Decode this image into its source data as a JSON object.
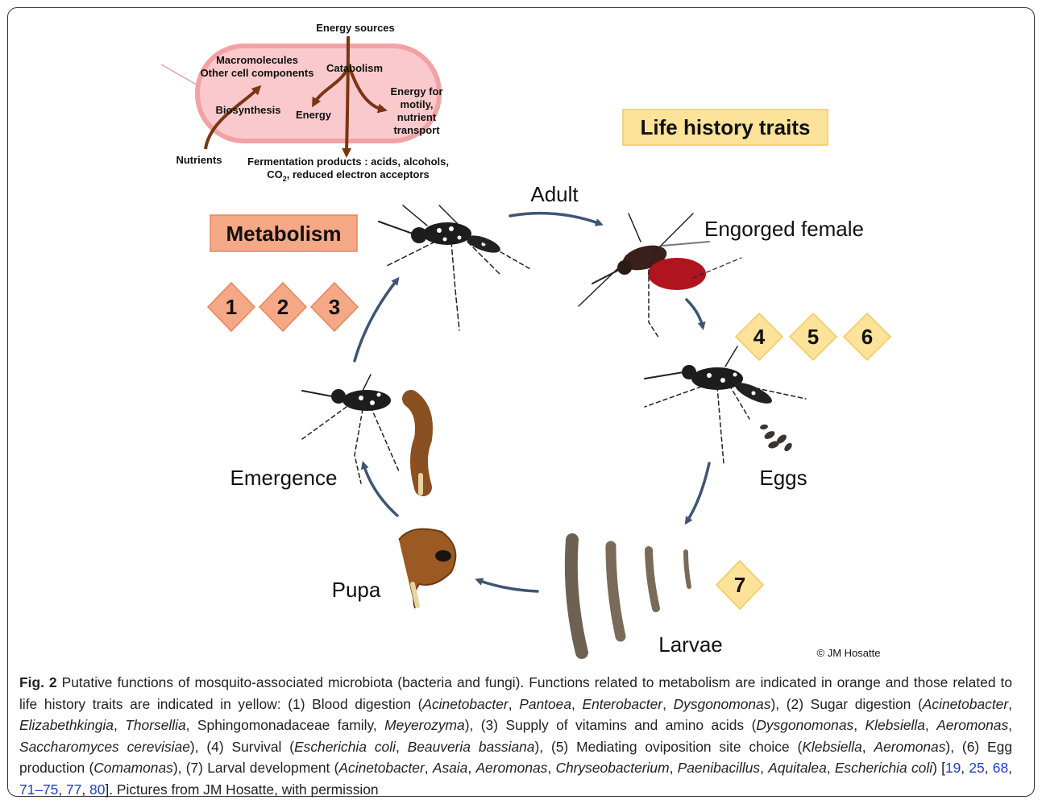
{
  "metabolism_diagram": {
    "energy_sources": "Energy sources",
    "macromolecules": "Macromolecules",
    "other_components": "Other cell components",
    "catabolism": "Catabolism",
    "energy_motility_1": "Energy for",
    "energy_motility_2": "motily,",
    "energy_motility_3": "nutrient",
    "energy_motility_4": "transport",
    "biosynthesis": "Biosynthesis",
    "energy": "Energy",
    "nutrients": "Nutrients",
    "fermentation_1": "Fermentation products : acids, alcohols,",
    "fermentation_2a": "CO",
    "fermentation_2sub": "2",
    "fermentation_2b": ", reduced electron acceptors"
  },
  "labels": {
    "life_history": "Life history traits",
    "metabolism": "Metabolism",
    "adult": "Adult",
    "engorged": "Engorged female",
    "eggs": "Eggs",
    "larvae": "Larvae",
    "pupa": "Pupa",
    "emergence": "Emergence",
    "credit": "© JM Hosatte"
  },
  "badges_orange": [
    "1",
    "2",
    "3"
  ],
  "badges_yellow": [
    "4",
    "5",
    "6",
    "7"
  ],
  "colors": {
    "orange_fill": "#f4a886",
    "orange_border": "#e8855c",
    "yellow_fill": "#fde29a",
    "yellow_border": "#f5c85c",
    "arrow": "#3e5574",
    "cell_fill": "#f9c7cb",
    "dark_arrow": "#7a3512",
    "link": "#1a3fc9"
  },
  "caption": {
    "fig_label": "Fig. 2",
    "t1": " Putative functions of mosquito-associated microbiota (bacteria and fungi). Functions related to metabolism are indicated in orange and those related to life history traits are indicated in yellow: (1) Blood digestion (",
    "g1": "Acinetobacter",
    "s1": ", ",
    "g2": "Pantoea",
    "s2": ", ",
    "g3": "Enterobacter",
    "s3": ", ",
    "g4": "Dysgonomonas",
    "t2": "), (2) Sugar digestion (",
    "g5": "Acinetobacter",
    "s5": ", ",
    "g6": "Elizabethkingia",
    "s6": ", ",
    "g7": "Thorsellia",
    "t3": ", Sphingomonadaceae family, ",
    "g8": "Meyerozyma",
    "t4": "), (3) Supply of vitamins and amino acids (",
    "g9": "Dysgonomonas",
    "s9": ", ",
    "g10": "Klebsiella",
    "s10": ", ",
    "g11": "Aeromonas",
    "s11": ", ",
    "g12": "Saccharomyces cerevisiae",
    "t5": "), (4) Survival (",
    "g13": "Escherichia coli",
    "s13": ", ",
    "g14": "Beauveria bassiana",
    "t6": "), (5) Mediating oviposition site choice (",
    "g15": "Klebsiella",
    "s15": ", ",
    "g16": "Aeromonas",
    "t7": "), (6) Egg production (",
    "g17": "Comamonas",
    "t8": "), (7) Larval development (",
    "g18": "Acinetobacter",
    "s18": ", ",
    "g19": "Asaia",
    "s19": ", ",
    "g20": "Aeromonas",
    "s20": ", ",
    "g21": "Chryseobacterium",
    "s21": ", ",
    "g22": "Paenibacillus",
    "s22": ", ",
    "g23": "Aquitalea",
    "s23": ", ",
    "g24": "Escherichia coli",
    "t9": ") [",
    "r1": "19",
    "c1": ", ",
    "r2": "25",
    "c2": ", ",
    "r3": "68",
    "c3": ", ",
    "r4": "71–75",
    "c4": ", ",
    "r5": "77",
    "c5": ", ",
    "r6": "80",
    "t10": "]. Pictures from JM Hosatte, with permission"
  }
}
